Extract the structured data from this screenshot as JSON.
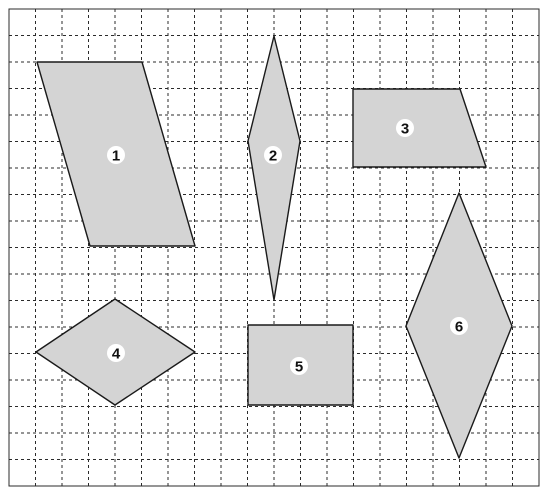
{
  "colors": {
    "shape_fill": "#d4d4d4",
    "shape_stroke": "#1a1a1a",
    "grid_line": "#2b2b2b",
    "label_bg": "#ffffff",
    "label_text": "#111111"
  },
  "shapes": [
    {
      "label": "1"
    },
    {
      "label": "2"
    },
    {
      "label": "3"
    },
    {
      "label": "4"
    },
    {
      "label": "5"
    },
    {
      "label": "6"
    }
  ]
}
